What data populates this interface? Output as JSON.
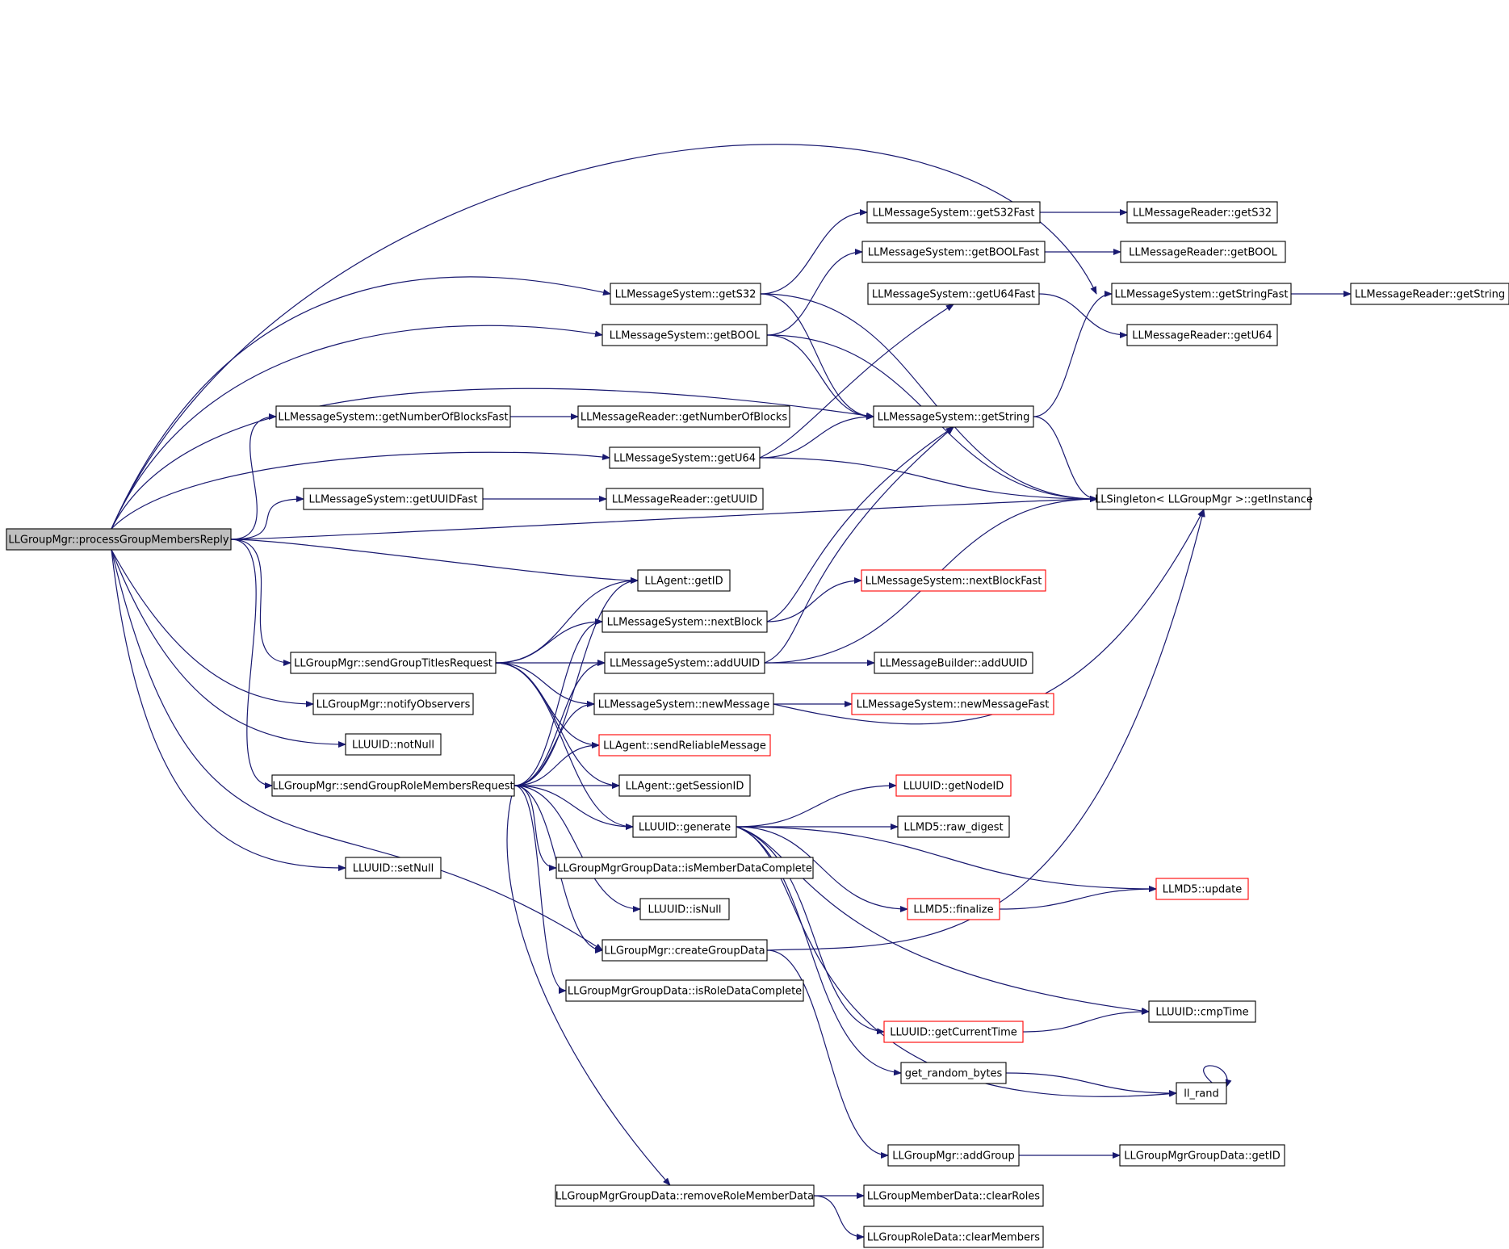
{
  "colors": {
    "edge": "#191970",
    "node_border": "#000000",
    "truncated_border": "#ff0000",
    "root_fill": "#bfbfbf",
    "background": "#ffffff"
  },
  "nodes": [
    {
      "id": "root",
      "label": "LLGroupMgr::processGroupMembersReply",
      "kind": "root"
    },
    {
      "id": "getNumberOfBlocksFast",
      "label": "LLMessageSystem::getNumberOfBlocksFast"
    },
    {
      "id": "getUUIDFast",
      "label": "LLMessageSystem::getUUIDFast"
    },
    {
      "id": "sendGroupTitlesRequest",
      "label": "LLGroupMgr::sendGroupTitlesRequest"
    },
    {
      "id": "notifyObservers",
      "label": "LLGroupMgr::notifyObservers"
    },
    {
      "id": "notNull",
      "label": "LLUUID::notNull"
    },
    {
      "id": "sendGroupRoleMembersRequest",
      "label": "LLGroupMgr::sendGroupRoleMembersRequest"
    },
    {
      "id": "setNull",
      "label": "LLUUID::setNull"
    },
    {
      "id": "getS32",
      "label": "LLMessageSystem::getS32"
    },
    {
      "id": "getBOOL",
      "label": "LLMessageSystem::getBOOL"
    },
    {
      "id": "readerGetNumberOfBlocks",
      "label": "LLMessageReader::getNumberOfBlocks"
    },
    {
      "id": "getU64",
      "label": "LLMessageSystem::getU64"
    },
    {
      "id": "readerGetUUID",
      "label": "LLMessageReader::getUUID"
    },
    {
      "id": "agentGetID",
      "label": "LLAgent::getID"
    },
    {
      "id": "nextBlock",
      "label": "LLMessageSystem::nextBlock"
    },
    {
      "id": "addUUID",
      "label": "LLMessageSystem::addUUID"
    },
    {
      "id": "newMessage",
      "label": "LLMessageSystem::newMessage"
    },
    {
      "id": "sendReliableMessage",
      "label": "LLAgent::sendReliableMessage",
      "kind": "trunc"
    },
    {
      "id": "getSessionID",
      "label": "LLAgent::getSessionID"
    },
    {
      "id": "generate",
      "label": "LLUUID::generate"
    },
    {
      "id": "isMemberDataComplete",
      "label": "LLGroupMgrGroupData::isMemberDataComplete"
    },
    {
      "id": "isNull",
      "label": "LLUUID::isNull"
    },
    {
      "id": "createGroupData",
      "label": "LLGroupMgr::createGroupData"
    },
    {
      "id": "isRoleDataComplete",
      "label": "LLGroupMgrGroupData::isRoleDataComplete"
    },
    {
      "id": "removeRoleMemberData",
      "label": "LLGroupMgrGroupData::removeRoleMemberData"
    },
    {
      "id": "getS32Fast",
      "label": "LLMessageSystem::getS32Fast"
    },
    {
      "id": "getBOOLFast",
      "label": "LLMessageSystem::getBOOLFast"
    },
    {
      "id": "getU64Fast",
      "label": "LLMessageSystem::getU64Fast"
    },
    {
      "id": "getString",
      "label": "LLMessageSystem::getString"
    },
    {
      "id": "nextBlockFast",
      "label": "LLMessageSystem::nextBlockFast",
      "kind": "trunc"
    },
    {
      "id": "builderAddUUID",
      "label": "LLMessageBuilder::addUUID"
    },
    {
      "id": "newMessageFast",
      "label": "LLMessageSystem::newMessageFast",
      "kind": "trunc"
    },
    {
      "id": "getNodeID",
      "label": "LLUUID::getNodeID",
      "kind": "trunc"
    },
    {
      "id": "rawDigest",
      "label": "LLMD5::raw_digest"
    },
    {
      "id": "finalize",
      "label": "LLMD5::finalize",
      "kind": "trunc"
    },
    {
      "id": "getCurrentTime",
      "label": "LLUUID::getCurrentTime",
      "kind": "trunc"
    },
    {
      "id": "getRandomBytes",
      "label": "get_random_bytes"
    },
    {
      "id": "addGroup",
      "label": "LLGroupMgr::addGroup"
    },
    {
      "id": "clearRoles",
      "label": "LLGroupMemberData::clearRoles"
    },
    {
      "id": "clearMembers",
      "label": "LLGroupRoleData::clearMembers"
    },
    {
      "id": "readerGetS32",
      "label": "LLMessageReader::getS32"
    },
    {
      "id": "readerGetBOOL",
      "label": "LLMessageReader::getBOOL"
    },
    {
      "id": "getStringFast",
      "label": "LLMessageSystem::getStringFast"
    },
    {
      "id": "readerGetU64",
      "label": "LLMessageReader::getU64"
    },
    {
      "id": "getInstance",
      "label": "LLSingleton< LLGroupMgr >::getInstance"
    },
    {
      "id": "md5Update",
      "label": "LLMD5::update",
      "kind": "trunc"
    },
    {
      "id": "cmpTime",
      "label": "LLUUID::cmpTime"
    },
    {
      "id": "llRand",
      "label": "ll_rand"
    },
    {
      "id": "groupDataGetID",
      "label": "LLGroupMgrGroupData::getID"
    },
    {
      "id": "readerGetString",
      "label": "LLMessageReader::getString"
    }
  ],
  "edges": [
    [
      "root",
      "getStringFast"
    ],
    [
      "root",
      "getS32"
    ],
    [
      "root",
      "getBOOL"
    ],
    [
      "root",
      "getString"
    ],
    [
      "root",
      "getNumberOfBlocksFast"
    ],
    [
      "root",
      "getU64"
    ],
    [
      "root",
      "getUUIDFast"
    ],
    [
      "root",
      "getInstance"
    ],
    [
      "root",
      "agentGetID"
    ],
    [
      "root",
      "sendGroupTitlesRequest"
    ],
    [
      "root",
      "notifyObservers"
    ],
    [
      "root",
      "notNull"
    ],
    [
      "root",
      "sendGroupRoleMembersRequest"
    ],
    [
      "root",
      "createGroupData"
    ],
    [
      "root",
      "setNull"
    ],
    [
      "getS32",
      "getS32Fast"
    ],
    [
      "getS32",
      "getString"
    ],
    [
      "getS32",
      "getInstance"
    ],
    [
      "getBOOL",
      "getBOOLFast"
    ],
    [
      "getBOOL",
      "getString"
    ],
    [
      "getBOOL",
      "getInstance"
    ],
    [
      "getU64",
      "getU64Fast"
    ],
    [
      "getU64",
      "getString"
    ],
    [
      "getU64",
      "getInstance"
    ],
    [
      "getNumberOfBlocksFast",
      "readerGetNumberOfBlocks"
    ],
    [
      "getUUIDFast",
      "readerGetUUID"
    ],
    [
      "getS32Fast",
      "readerGetS32"
    ],
    [
      "getBOOLFast",
      "readerGetBOOL"
    ],
    [
      "getU64Fast",
      "readerGetU64"
    ],
    [
      "getString",
      "getStringFast"
    ],
    [
      "getString",
      "getInstance"
    ],
    [
      "getStringFast",
      "readerGetString"
    ],
    [
      "sendGroupTitlesRequest",
      "agentGetID"
    ],
    [
      "sendGroupTitlesRequest",
      "nextBlock"
    ],
    [
      "sendGroupTitlesRequest",
      "addUUID"
    ],
    [
      "sendGroupTitlesRequest",
      "newMessage"
    ],
    [
      "sendGroupTitlesRequest",
      "sendReliableMessage"
    ],
    [
      "sendGroupTitlesRequest",
      "getSessionID"
    ],
    [
      "sendGroupTitlesRequest",
      "generate"
    ],
    [
      "sendGroupRoleMembersRequest",
      "agentGetID"
    ],
    [
      "sendGroupRoleMembersRequest",
      "nextBlock"
    ],
    [
      "sendGroupRoleMembersRequest",
      "addUUID"
    ],
    [
      "sendGroupRoleMembersRequest",
      "newMessage"
    ],
    [
      "sendGroupRoleMembersRequest",
      "sendReliableMessage"
    ],
    [
      "sendGroupRoleMembersRequest",
      "getSessionID"
    ],
    [
      "sendGroupRoleMembersRequest",
      "generate"
    ],
    [
      "sendGroupRoleMembersRequest",
      "isMemberDataComplete"
    ],
    [
      "sendGroupRoleMembersRequest",
      "isNull"
    ],
    [
      "sendGroupRoleMembersRequest",
      "createGroupData"
    ],
    [
      "sendGroupRoleMembersRequest",
      "isRoleDataComplete"
    ],
    [
      "sendGroupRoleMembersRequest",
      "removeRoleMemberData"
    ],
    [
      "nextBlock",
      "nextBlockFast"
    ],
    [
      "nextBlock",
      "getString"
    ],
    [
      "addUUID",
      "builderAddUUID"
    ],
    [
      "addUUID",
      "getString"
    ],
    [
      "addUUID",
      "getInstance"
    ],
    [
      "newMessage",
      "newMessageFast"
    ],
    [
      "newMessage",
      "getInstance"
    ],
    [
      "generate",
      "getNodeID"
    ],
    [
      "generate",
      "rawDigest"
    ],
    [
      "generate",
      "md5Update"
    ],
    [
      "generate",
      "finalize"
    ],
    [
      "generate",
      "cmpTime"
    ],
    [
      "generate",
      "getCurrentTime"
    ],
    [
      "generate",
      "getRandomBytes"
    ],
    [
      "generate",
      "llRand"
    ],
    [
      "finalize",
      "md5Update"
    ],
    [
      "getCurrentTime",
      "cmpTime"
    ],
    [
      "getRandomBytes",
      "llRand"
    ],
    [
      "llRand",
      "llRand"
    ],
    [
      "createGroupData",
      "getInstance"
    ],
    [
      "createGroupData",
      "addGroup"
    ],
    [
      "addGroup",
      "groupDataGetID"
    ],
    [
      "removeRoleMemberData",
      "clearRoles"
    ],
    [
      "removeRoleMemberData",
      "clearMembers"
    ]
  ]
}
